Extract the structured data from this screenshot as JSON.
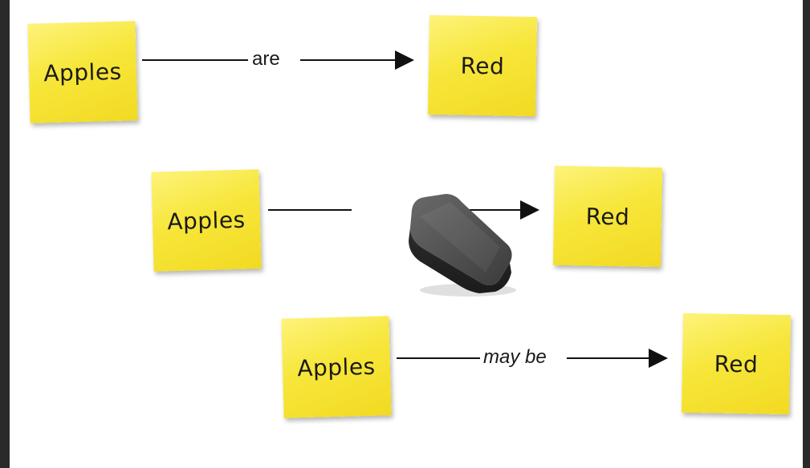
{
  "rows": [
    {
      "subject": "Apples",
      "relation": "are",
      "object": "Red"
    },
    {
      "subject": "Apples",
      "relation": "",
      "object": "Red"
    },
    {
      "subject": "Apples",
      "relation": "may be",
      "object": "Red"
    }
  ],
  "colors": {
    "note": "#f7e63a",
    "line": "#111111",
    "frame": "#2a2a2a",
    "eraser": "#3a3a3a"
  }
}
